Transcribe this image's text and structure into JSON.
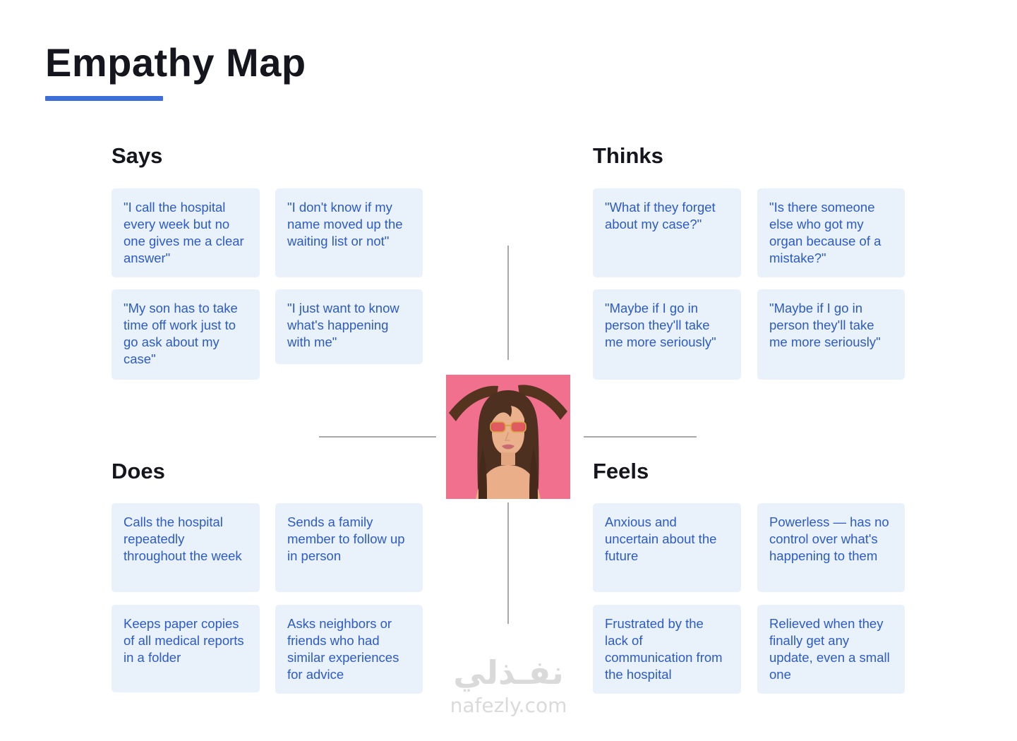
{
  "page": {
    "title": "Empathy Map"
  },
  "quadrants": {
    "says": {
      "title": "Says",
      "cards": [
        "\"I call the hospital every week but no one gives me a clear answer\"",
        "\"I don't know if my name moved up the waiting list or not\"",
        "\"My son has to take time off work just to go ask about my case\"",
        "\"I just want to know what's happening with me\""
      ]
    },
    "thinks": {
      "title": "Thinks",
      "cards": [
        "\"What if they forget about my case?\"",
        "\"Is there someone else who got my organ because of a mistake?\"",
        "\"Maybe if I go in person they'll take me more seriously\"",
        "\"Maybe if I go in person they'll take me more seriously\""
      ]
    },
    "does": {
      "title": "Does",
      "cards": [
        "Calls the hospital repeatedly throughout the week",
        "Sends a family member to follow up in person",
        "Keeps paper copies of all medical reports in a folder",
        "Asks neighbors or friends who had similar experiences for advice"
      ]
    },
    "feels": {
      "title": "Feels",
      "cards": [
        "Anxious and uncertain about the future",
        "Powerless — has no control over what's happening to them",
        "Frustrated by the lack of communication from the hospital",
        "Relieved when they finally get any update, even a small one"
      ]
    }
  },
  "icons": {
    "persona_photo": "woman-with-sunglasses-on-pink-background"
  },
  "watermark": {
    "arabic": "نفـذلي",
    "domain": "nafezly.com"
  },
  "colors": {
    "accent": "#3e6fd9",
    "card_bg": "#e9f1fb",
    "card_text": "#2d5bc6",
    "heading": "#15151d",
    "connector": "#a8a8a8",
    "photo_bg": "#f1708d",
    "watermark": "#dadada"
  }
}
